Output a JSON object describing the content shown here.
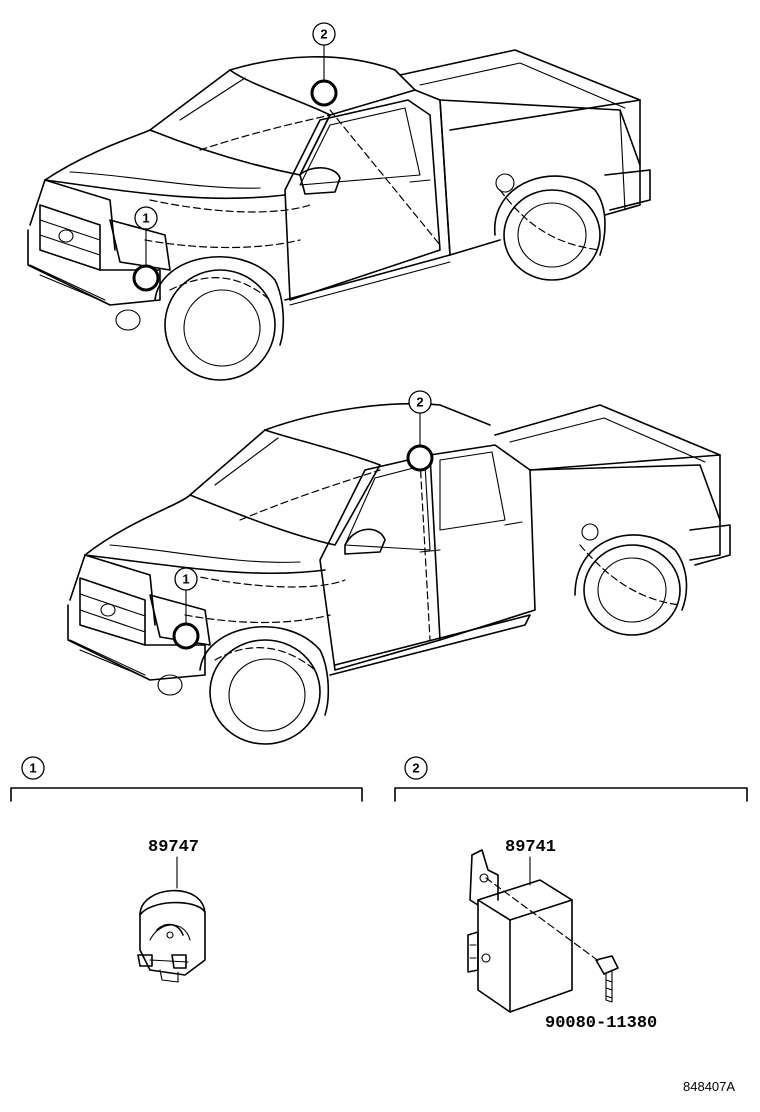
{
  "callouts": {
    "location_1": "1",
    "location_2": "2"
  },
  "sections": {
    "section_1": {
      "label": "1",
      "part_number": "89747"
    },
    "section_2": {
      "label": "2",
      "part_number": "89741",
      "bolt_part_number": "90080-11380"
    }
  },
  "illustration_id": "848407A"
}
